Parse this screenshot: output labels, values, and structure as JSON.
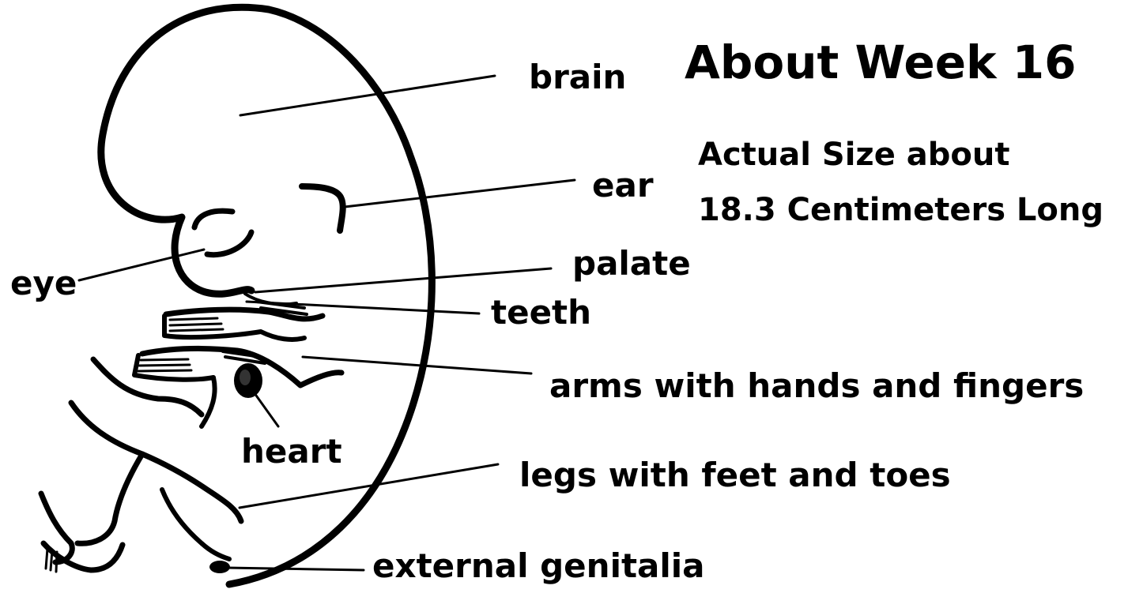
{
  "title": "About Week 16",
  "subtitle": {
    "line1": "Actual Size about",
    "line2": "18.3 Centimeters Long"
  },
  "labels": {
    "brain": "brain",
    "ear": "ear",
    "palate": "palate",
    "teeth": "teeth",
    "eye": "eye",
    "arms": "arms with hands and fingers",
    "heart": "heart",
    "legs": "legs with feet and toes",
    "genitalia": "external genitalia"
  },
  "colors": {
    "ink": "#000000",
    "background": "#ffffff"
  }
}
